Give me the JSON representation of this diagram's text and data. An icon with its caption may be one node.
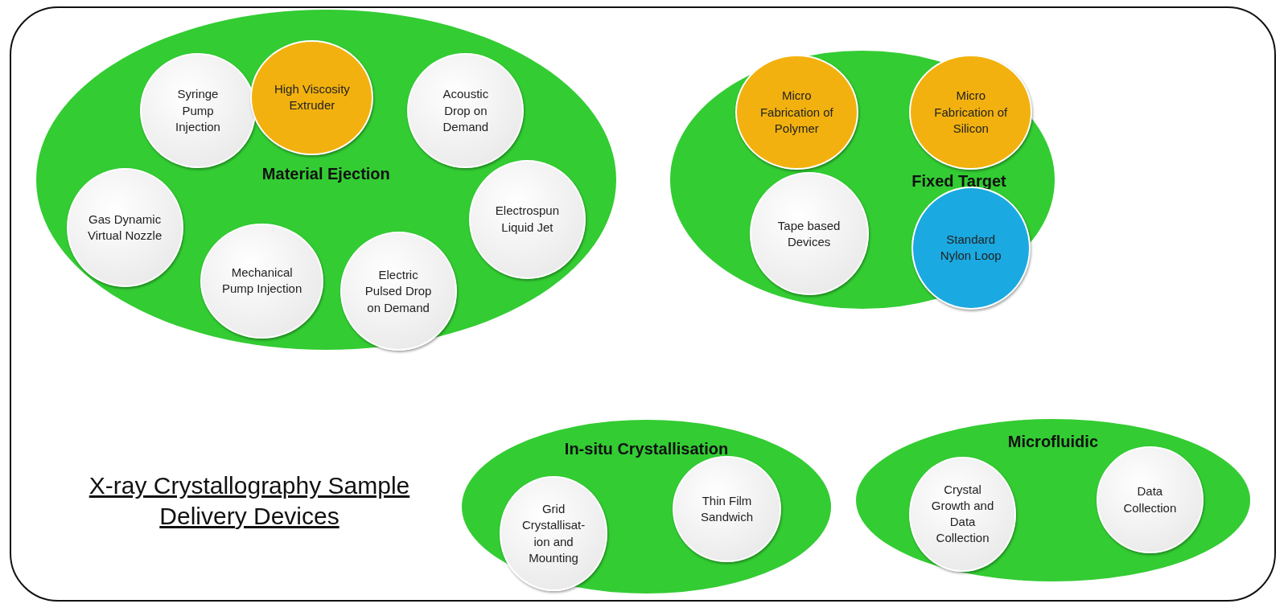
{
  "diagram": {
    "title": "X-ray Crystallography Sample Delivery Devices",
    "nodes": [
      {
        "text": [
          "Material Ejection"
        ]
      },
      {
        "text": [
          "Syringe Pump Injection"
        ],
        "in": 0
      },
      {
        "text": [
          "High Viscosity Extruder"
        ],
        "in": 0
      },
      {
        "text": [
          "Acoustic Drop on Demand"
        ],
        "in": 0
      },
      {
        "text": [
          "Gas Dynamic Virtual Nozzle"
        ],
        "in": 0
      },
      {
        "text": [
          "Electrospun Liquid Jet"
        ],
        "in": 0
      },
      {
        "text": [
          "Mechanical Pump Injection"
        ],
        "in": 0
      },
      {
        "text": [
          "Electric Pulsed Drop on Demand"
        ],
        "in": 0
      },
      {
        "text": [
          "Fixed Target"
        ]
      },
      {
        "text": [
          "Micro Fabrication of Polymer"
        ],
        "in": 8
      },
      {
        "text": [
          "Micro Fabrication of Silicon"
        ],
        "in": 8
      },
      {
        "text": [
          "Tape based Devices"
        ],
        "in": 8
      },
      {
        "text": [
          "Standard Nylon Loop"
        ],
        "in": 8
      },
      {
        "text": [
          "In-situ Crystallisation"
        ]
      },
      {
        "text": [
          "Grid Crystallisat-ion and Mounting"
        ],
        "in": 13
      },
      {
        "text": [
          "Thin Film Sandwich"
        ],
        "in": 13
      },
      {
        "text": [
          "Microfluidic"
        ]
      },
      {
        "text": [
          "Crystal Growth and Data Collection"
        ],
        "in": 16
      },
      {
        "text": [
          "Data Collection"
        ],
        "in": 16
      }
    ]
  }
}
